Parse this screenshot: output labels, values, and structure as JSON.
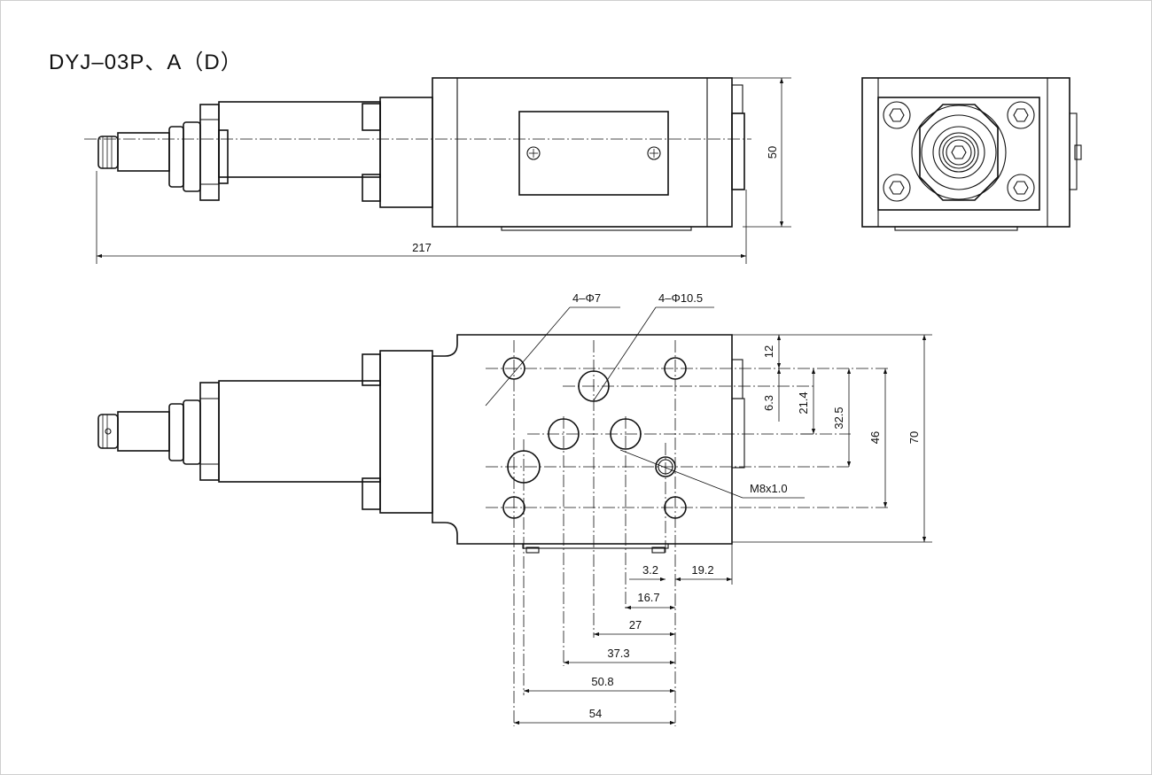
{
  "title": "DYJ–03P、A（D）",
  "dimensions": {
    "overall_length": "217",
    "side_height": "50",
    "hole_small": "4–Φ7",
    "hole_large": "4–Φ10.5",
    "thread": "M8x1.0",
    "v_12": "12",
    "v_6_3": "6.3",
    "v_21_4": "21.4",
    "v_32_5": "32.5",
    "v_46": "46",
    "v_70": "70",
    "h_3_2": "3.2",
    "h_19_2": "19.2",
    "h_16_7": "16.7",
    "h_27": "27",
    "h_37_3": "37.3",
    "h_50_8": "50.8",
    "h_54": "54"
  }
}
